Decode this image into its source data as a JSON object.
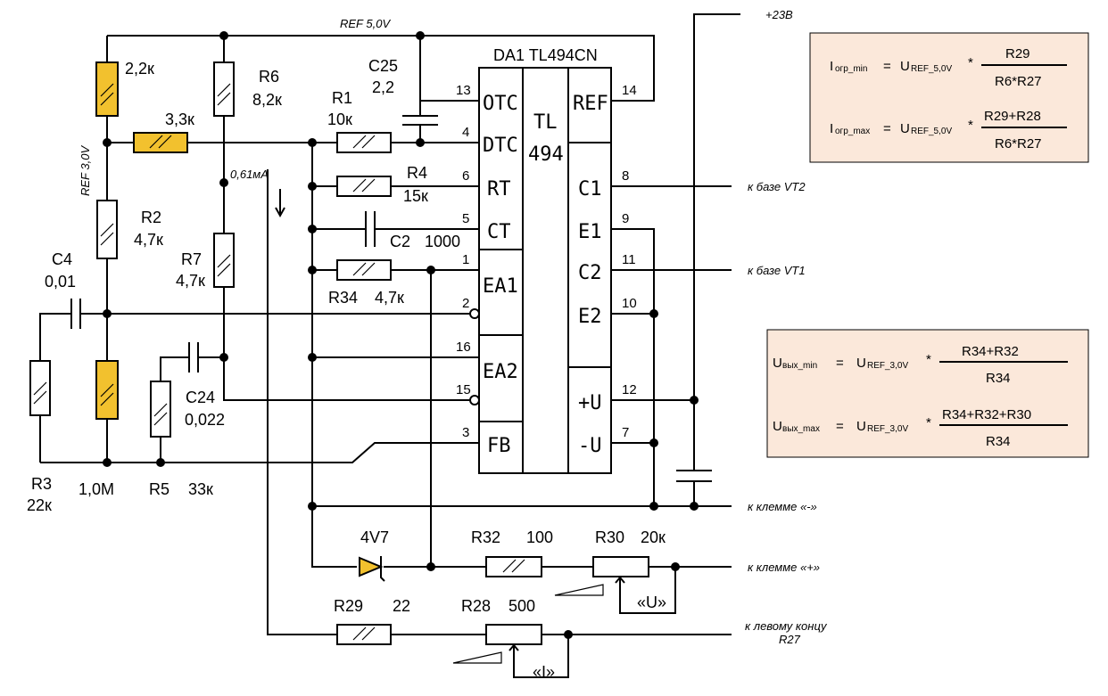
{
  "ic": {
    "name": "DA1  TL494CN",
    "core_line1": "TL",
    "core_line2": "494",
    "pins_left": [
      {
        "num": "13",
        "name": "OTC"
      },
      {
        "num": "4",
        "name": "DTC"
      },
      {
        "num": "6",
        "name": "RT"
      },
      {
        "num": "5",
        "name": "CT"
      },
      {
        "num": "1",
        "name": "EA1"
      },
      {
        "num": "2",
        "name": ""
      },
      {
        "num": "16",
        "name": "EA2"
      },
      {
        "num": "15",
        "name": ""
      },
      {
        "num": "3",
        "name": "FB"
      }
    ],
    "pins_right": [
      {
        "num": "14",
        "name": "REF"
      },
      {
        "num": "8",
        "name": "C1"
      },
      {
        "num": "9",
        "name": "E1"
      },
      {
        "num": "11",
        "name": "C2"
      },
      {
        "num": "10",
        "name": "E2"
      },
      {
        "num": "12",
        "name": "+U"
      },
      {
        "num": "7",
        "name": "-U"
      }
    ]
  },
  "labels": {
    "ref50": "REF 5,0V",
    "ref30": "REF 3,0V",
    "v23": "+23В",
    "current": "0,61мА",
    "base_vt2": "к базе VT2",
    "base_vt1": "к базе VT1",
    "term_minus": "к клемме «-»",
    "term_plus": "к клемме «+»",
    "left_r27_1": "к левому концу",
    "left_r27_2": "R27",
    "knob_u": "«U»",
    "knob_i": "«I»"
  },
  "components": {
    "r_top": "2,2к",
    "r_33": "3,3к",
    "r6_name": "R6",
    "r6_val": "8,2к",
    "c25_name": "C25",
    "c25_val": "2,2",
    "r1_name": "R1",
    "r1_val": "10к",
    "r4_name": "R4",
    "r4_val": "15к",
    "c2_name": "C2",
    "c2_val": "1000",
    "r34_name": "R34",
    "r34_val": "4,7к",
    "r2_name": "R2",
    "r2_val": "4,7к",
    "r7_name": "R7",
    "r7_val": "4,7к",
    "c4_name": "C4",
    "c4_val": "0,01",
    "c24_name": "C24",
    "c24_val": "0,022",
    "r3_name": "R3",
    "r3_val": "22к",
    "r_10m": "1,0M",
    "r5_name": "R5",
    "r5_val": "33к",
    "d_val": "4V7",
    "r32_name": "R32",
    "r32_val": "100",
    "r30_name": "R30",
    "r30_val": "20к",
    "r29_name": "R29",
    "r29_val": "22",
    "r28_name": "R28",
    "r28_val": "500"
  },
  "formula_i": {
    "min_lhs": "I",
    "min_sub": "огр_min",
    "max_lhs": "I",
    "max_sub": "огр_max",
    "u": "U",
    "u_sub": "REF_5,0V",
    "min_num": "R29",
    "min_den": "R6*R27",
    "max_num": "R29+R28",
    "max_den": "R6*R27"
  },
  "formula_u": {
    "min_lhs": "U",
    "min_sub": "вых_min",
    "max_lhs": "U",
    "max_sub": "вых_max",
    "u": "U",
    "u_sub": "REF_3,0V",
    "min_num": "R34+R32",
    "min_den": "R34",
    "max_num": "R34+R32+R30",
    "max_den": "R34"
  },
  "colors": {
    "highlight": "#f2c12e",
    "formula_bg": "#fbe8da"
  }
}
